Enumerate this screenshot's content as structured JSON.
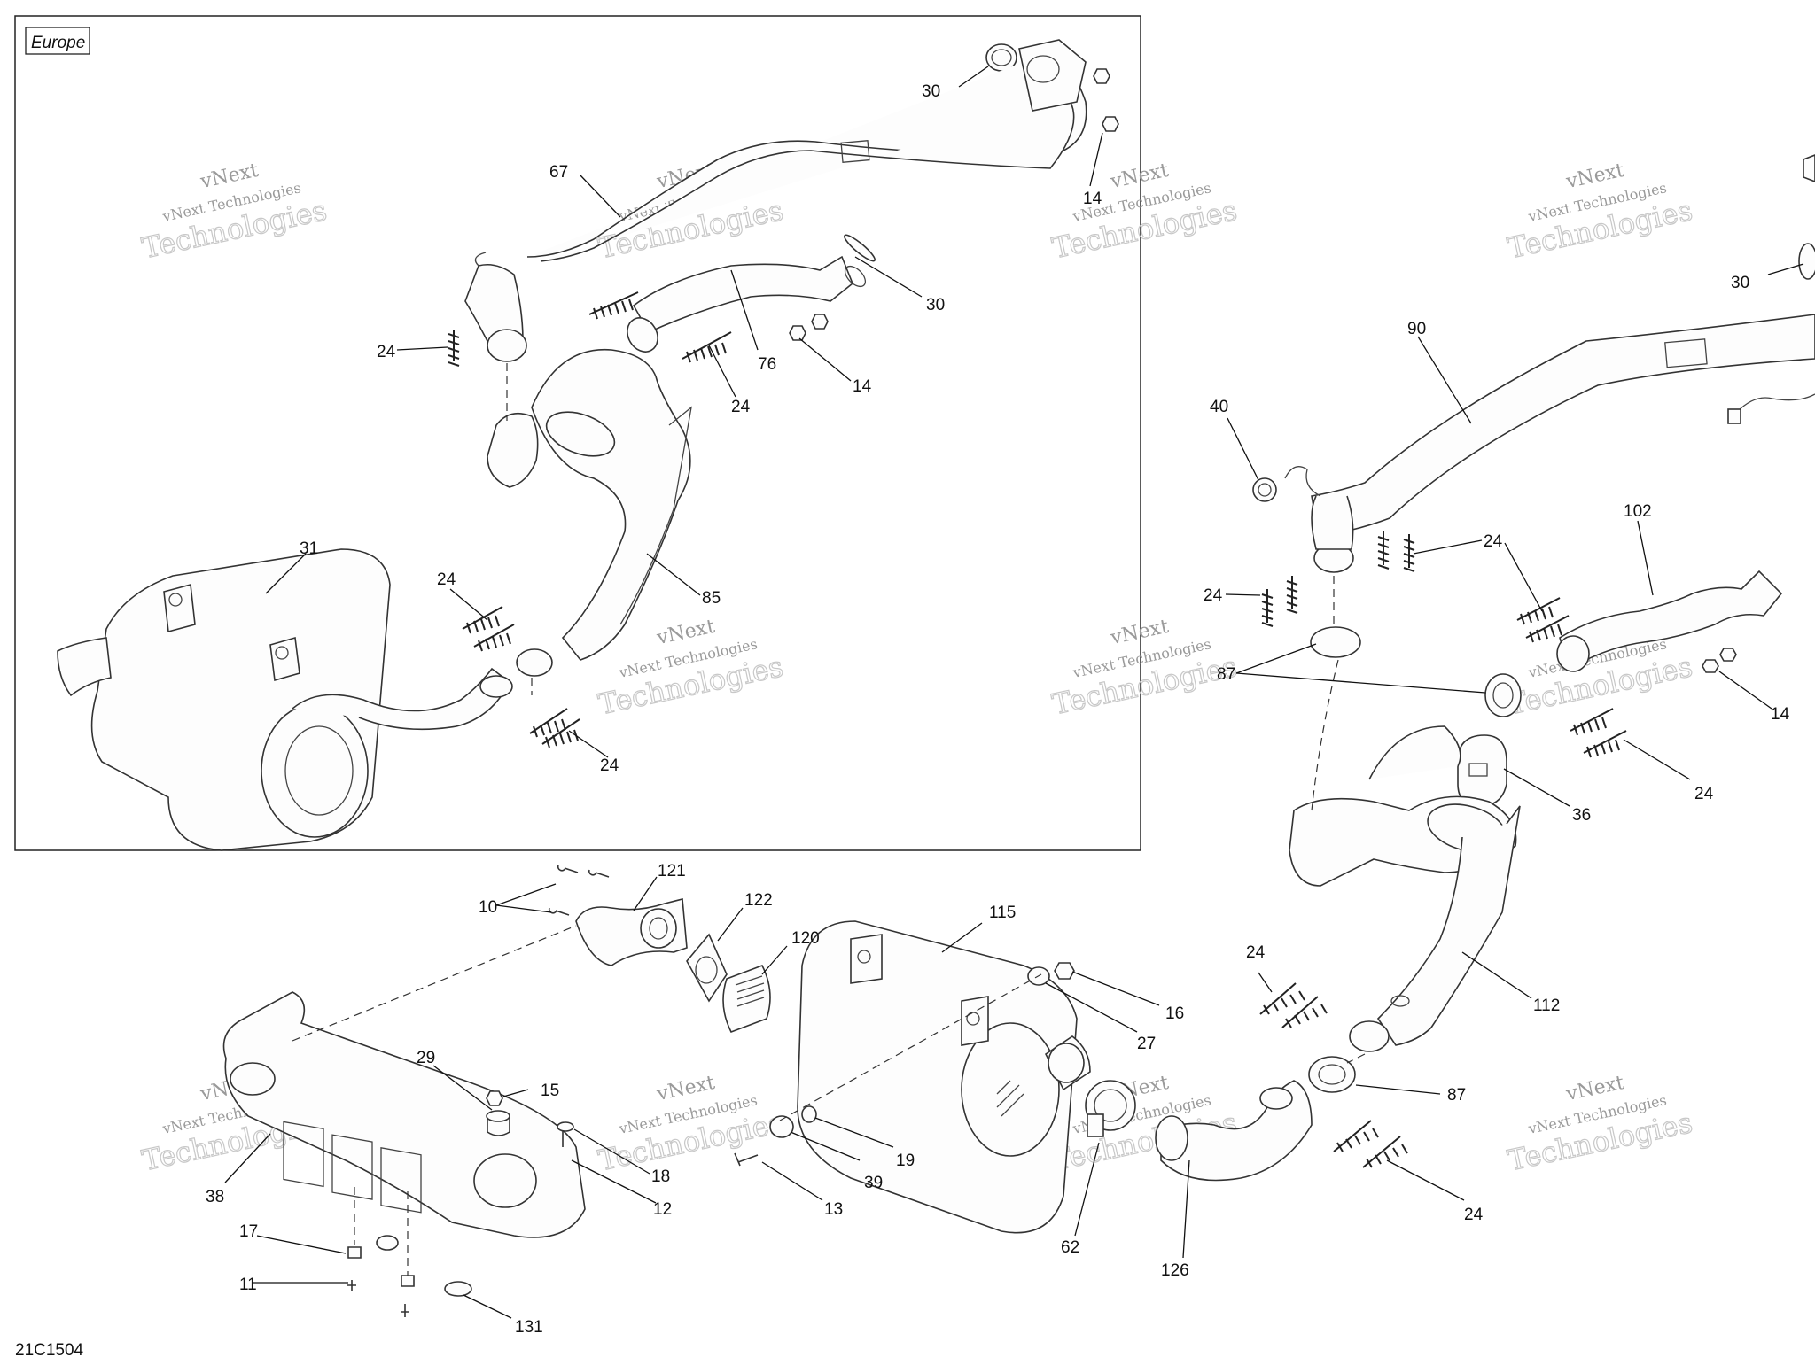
{
  "region_tag": "Europe",
  "drawing_code": "21C1504",
  "watermark": {
    "line1": "vNext",
    "line2": "vNext Technologies",
    "big": "Technologies"
  },
  "labels": [
    "30",
    "67",
    "14",
    "30",
    "24",
    "76",
    "14",
    "24",
    "31",
    "24",
    "85",
    "24",
    "30",
    "90",
    "40",
    "24",
    "24",
    "102",
    "87",
    "14",
    "36",
    "24",
    "10",
    "121",
    "122",
    "120",
    "115",
    "16",
    "27",
    "29",
    "15",
    "18",
    "12",
    "38",
    "17",
    "11",
    "131",
    "13",
    "39",
    "19",
    "62",
    "126",
    "24",
    "112",
    "87",
    "24"
  ]
}
